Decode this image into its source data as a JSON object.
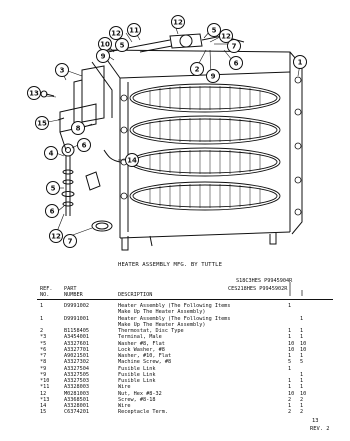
{
  "caption": "HEATER ASSEMBLY MFG. BY TUTTLE",
  "callouts": [
    "1",
    "2",
    "3",
    "4",
    "5",
    "6",
    "7",
    "8",
    "9",
    "10",
    "11",
    "12",
    "13",
    "14",
    "15"
  ],
  "table": {
    "headers": {
      "ref": [
        "REF.",
        "NO."
      ],
      "part": [
        "PART",
        "NUMBER"
      ],
      "desc": "DESCRIPTION",
      "model1": "S18C3HES P9945904R",
      "model2": "CES218HES P9945902R"
    },
    "rows": [
      {
        "ref": "1",
        "part": "D9991002",
        "desc": "Heater Assembly (The Following Items",
        "q1": "1",
        "q2": ""
      },
      {
        "ref": "",
        "part": "",
        "desc": "Make Up The Heater Assembly)",
        "q1": "",
        "q2": ""
      },
      {
        "ref": "1",
        "part": "D9991001",
        "desc": "Heater Assembly (The Following Items",
        "q1": "",
        "q2": "1"
      },
      {
        "ref": "",
        "part": "",
        "desc": "Make Up The Heater Assembly)",
        "q1": "",
        "q2": ""
      },
      {
        "ref": "2",
        "part": "B1158405",
        "desc": "Thermostat, Disc Type",
        "q1": "1",
        "q2": "1"
      },
      {
        "ref": "*3",
        "part": "A3454001",
        "desc": "Terminal, Male",
        "q1": "1",
        "q2": "1"
      },
      {
        "ref": "*5",
        "part": "A3327601",
        "desc": "Washer #8, Flat",
        "q1": "10",
        "q2": "10"
      },
      {
        "ref": "*6",
        "part": "A3327701",
        "desc": "Lock Washer, #8",
        "q1": "10",
        "q2": "10"
      },
      {
        "ref": "*7",
        "part": "A9021501",
        "desc": "Washer, #10, Flat",
        "q1": "1",
        "q2": "1"
      },
      {
        "ref": "*8",
        "part": "A3327302",
        "desc": "Machine Screw, #8",
        "q1": "5",
        "q2": "5"
      },
      {
        "ref": "*9",
        "part": "A3327504",
        "desc": "Fusible Link",
        "q1": "1",
        "q2": ""
      },
      {
        "ref": "*9",
        "part": "A3327505",
        "desc": "Fusible Link",
        "q1": "",
        "q2": "1"
      },
      {
        "ref": "*10",
        "part": "A3327503",
        "desc": "Fusible Link",
        "q1": "1",
        "q2": "1"
      },
      {
        "ref": "*11",
        "part": "A3328003",
        "desc": "Wire",
        "q1": "1",
        "q2": "1"
      },
      {
        "ref": "12",
        "part": "M0281003",
        "desc": "Nut, Hex #8-32",
        "q1": "10",
        "q2": "10"
      },
      {
        "ref": "*13",
        "part": "A3368501",
        "desc": "Screw, #8-18",
        "q1": "2",
        "q2": "2"
      },
      {
        "ref": "14",
        "part": "A3328001",
        "desc": "Wire",
        "q1": "1",
        "q2": "1"
      },
      {
        "ref": "15",
        "part": "C6374201",
        "desc": "Receptacle Term.",
        "q1": "2",
        "q2": "2"
      }
    ]
  },
  "footer": {
    "page": "13",
    "rev": "REV. 2"
  }
}
